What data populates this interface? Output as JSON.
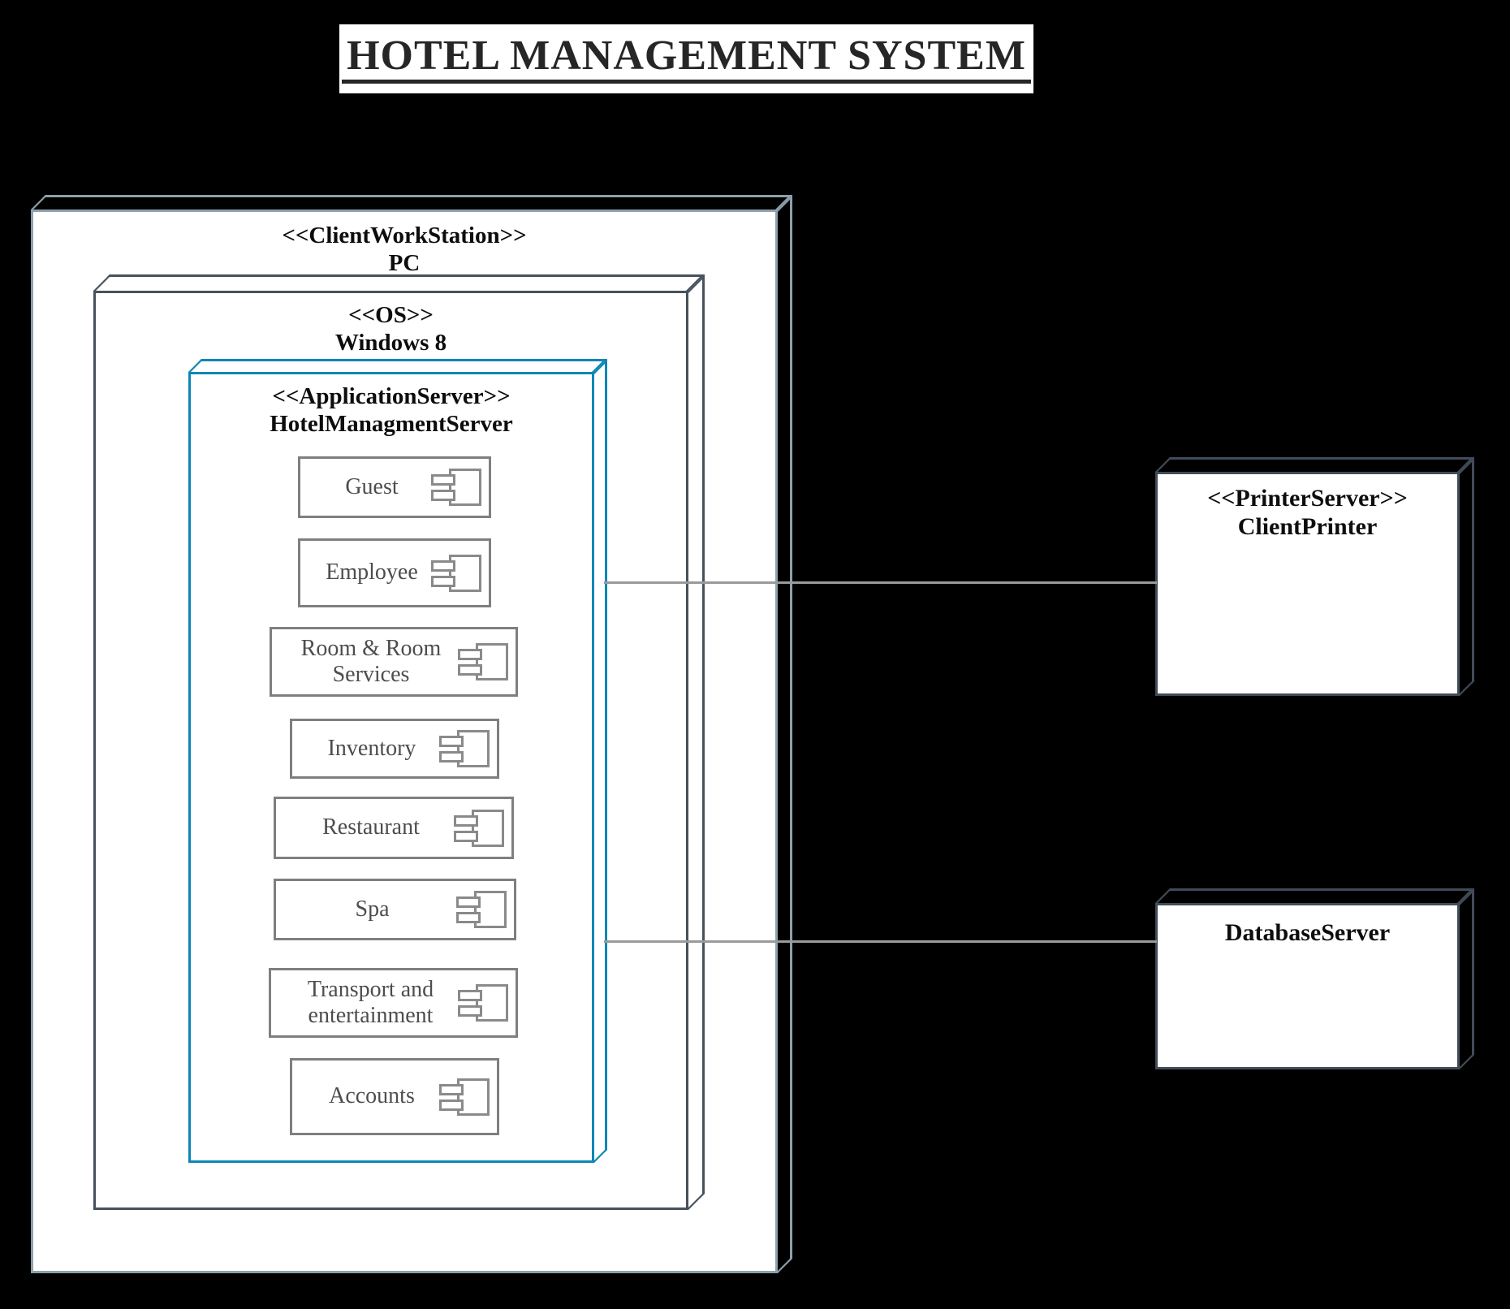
{
  "title": {
    "text": "HOTEL MANAGEMENT SYSTEM"
  },
  "nodes": {
    "client_workstation": {
      "stereotype": "<<ClientWorkStation>>",
      "name": "PC"
    },
    "os": {
      "stereotype": "<<OS>>",
      "name": "Windows 8"
    },
    "application_server": {
      "stereotype": "<<ApplicationServer>>",
      "name": "HotelManagmentServer"
    },
    "printer_server": {
      "stereotype": "<<PrinterServer>>",
      "name": "ClientPrinter"
    },
    "database_server": {
      "name": "DatabaseServer"
    }
  },
  "components": [
    {
      "label": "Guest"
    },
    {
      "label": "Employee"
    },
    {
      "label": "Room & Room Services"
    },
    {
      "label": "Inventory"
    },
    {
      "label": "Restaurant"
    },
    {
      "label": "Spa"
    },
    {
      "label": "Transport and entertainment"
    },
    {
      "label": "Accounts"
    }
  ],
  "colors": {
    "background": "#000000",
    "client_workstation_border": "#8da0ab",
    "os_border": "#47515d",
    "application_server_border": "#0d86b6",
    "server_node_border": "#414c59",
    "component_border": "#7f7f7f",
    "component_text": "#4d4d4d",
    "connector": "#9a9a9a",
    "title_text": "#262626"
  }
}
